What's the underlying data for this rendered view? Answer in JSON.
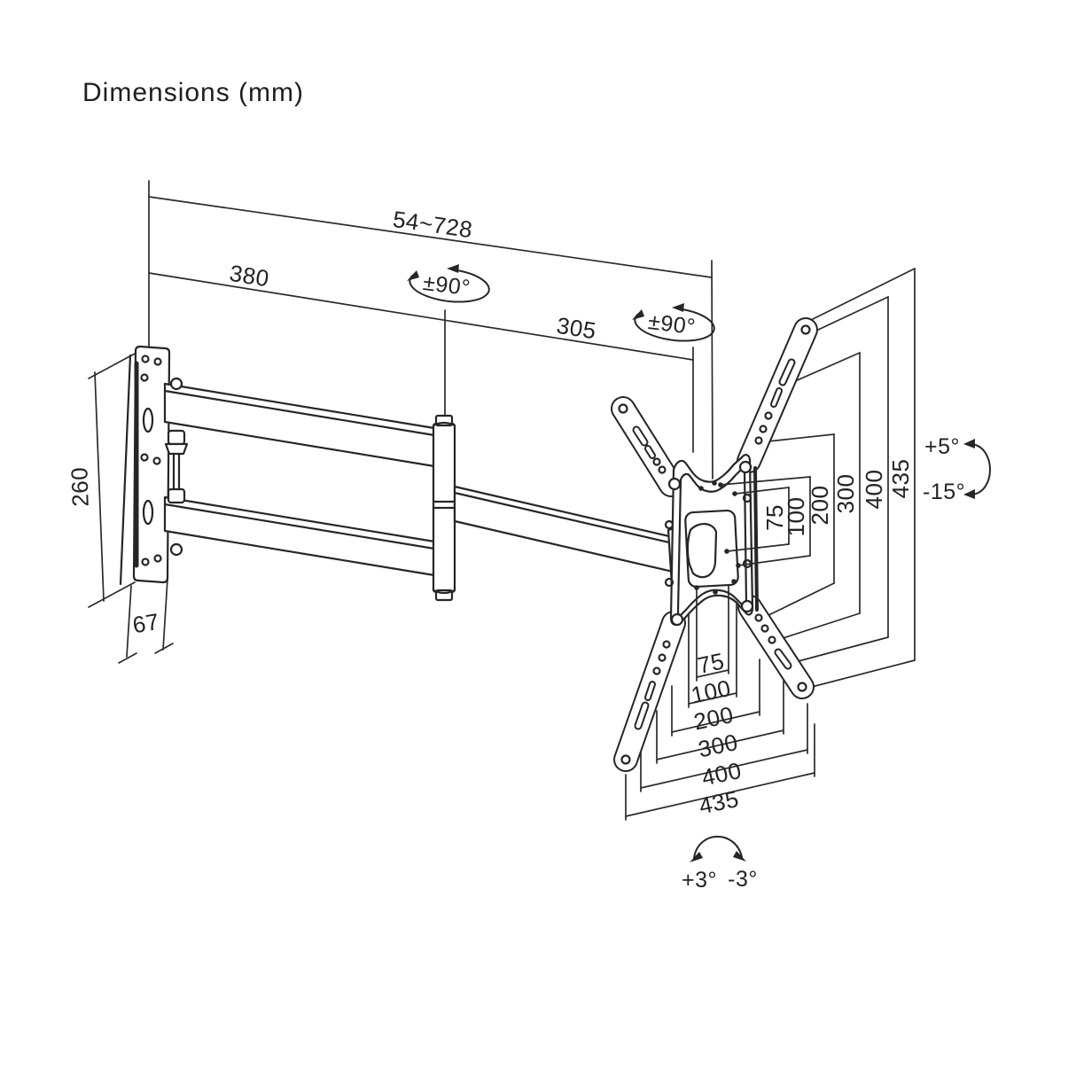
{
  "title": "Dimensions (mm)",
  "colors": {
    "line": "#262626",
    "dim": "#2b2b2b",
    "background": "#ffffff"
  },
  "dimensions": {
    "extension_range": "54~728",
    "arm_front": "380",
    "arm_rear": "305",
    "swivel_front": "±90°",
    "swivel_rear": "±90°",
    "wall_plate_height": "260",
    "wall_plate_depth": "67",
    "tilt_up": "+5°",
    "tilt_down": "-15°",
    "roll_plus": "+3°",
    "roll_minus": "-3°",
    "vesa_vertical": [
      "75",
      "100",
      "200",
      "300",
      "400",
      "435"
    ],
    "vesa_horizontal": [
      "75",
      "100",
      "200",
      "300",
      "400",
      "435"
    ]
  }
}
